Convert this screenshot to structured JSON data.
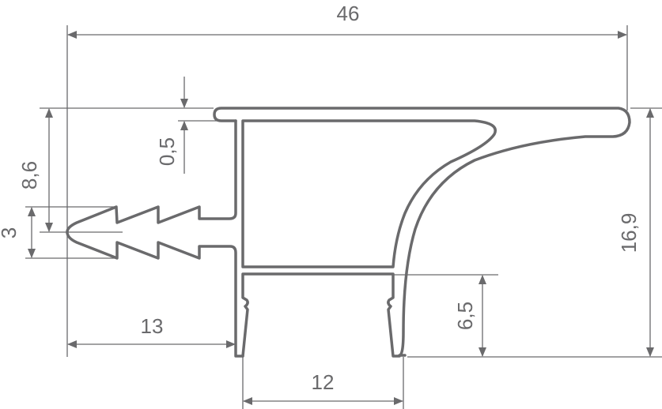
{
  "diagram": {
    "type": "profile-cross-section",
    "dimensions": {
      "total_width": "46",
      "total_height": "16,9",
      "lip_thickness": "0,5",
      "fin_offset": "8,6",
      "fin_height": "3",
      "fin_length": "13",
      "channel_width": "12",
      "channel_depth": "6,5"
    },
    "colors": {
      "line": "#6a6a6c",
      "background": "#ffffff"
    }
  }
}
